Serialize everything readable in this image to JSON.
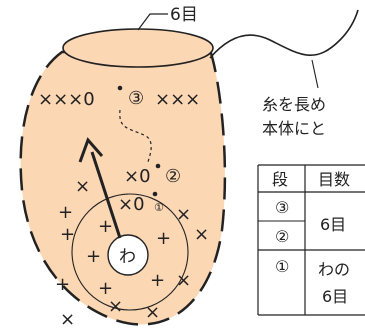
{
  "top_label": "6目",
  "note": {
    "line1": "糸を長め",
    "line2": "本体にと"
  },
  "chart": {
    "row3_stitches": "×××0",
    "row3_marker": "③",
    "row3_stitches_right": "×××",
    "row2_stitches": "×0",
    "row2_marker": "②",
    "row1_stitches": "×0",
    "row1_marker": "①",
    "ring_label": "わ",
    "center_mark": "+",
    "x_mark": "×",
    "plus_mark": "+"
  },
  "table": {
    "header_row": "段",
    "header_count": "目数",
    "row3_label": "③",
    "row2_label": "②",
    "row32_value": "6目",
    "row1_label": "①",
    "row1_value_line1": "わの",
    "row1_value_line2": "6目"
  },
  "colors": {
    "body_fill": "#fcd7b4",
    "outline": "#222222",
    "line": "#222222"
  }
}
